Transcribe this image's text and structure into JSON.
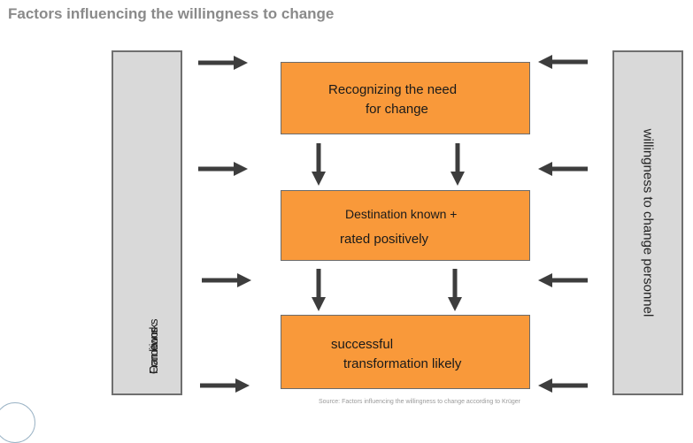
{
  "title": "Factors influencing the willingness to change",
  "left_panel": {
    "labels": [
      "Frameworks",
      "Conditions"
    ]
  },
  "right_panel": {
    "label": "willingness to change personnel"
  },
  "steps": [
    {
      "line1": "Recognizing the need",
      "line2": "for change"
    },
    {
      "line1": "Destination known +",
      "line2": "rated positively"
    },
    {
      "line1": "successful",
      "line2": "transformation likely"
    }
  ],
  "source": "Source: Factors influencing the willingness to change according to Krüger",
  "colors": {
    "box_fill": "#f9993a",
    "side_fill": "#d9d9d9",
    "arrow": "#3d3d3d",
    "title": "#8a8a8a"
  },
  "icons": {
    "arrow_right": "arrow-right-icon",
    "arrow_left": "arrow-left-icon",
    "arrow_down": "arrow-down-icon"
  }
}
